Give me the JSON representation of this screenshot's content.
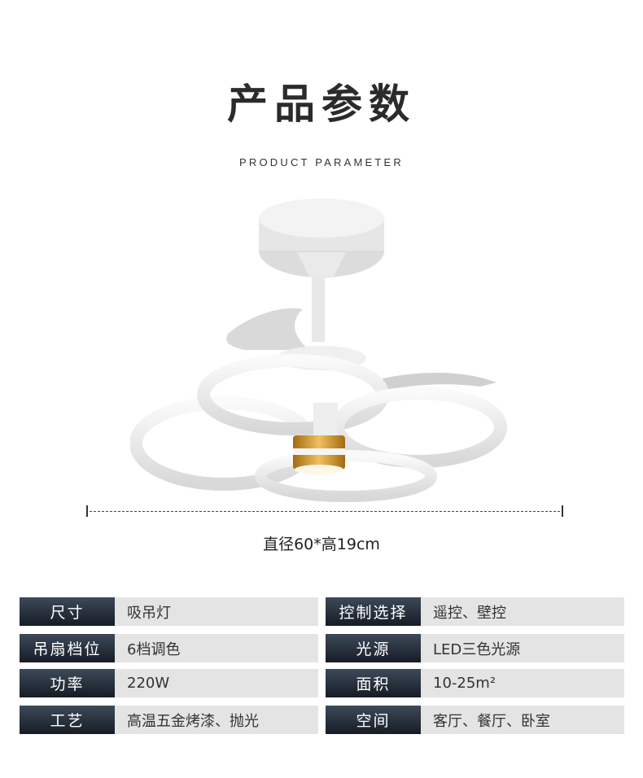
{
  "header": {
    "title": "产品参数",
    "subtitle": "PRODUCT PARAMETER"
  },
  "product_image": {
    "alt": "white ceiling fan light with ring-shaped LED arms and gold center accent",
    "colors": {
      "body": "#f2f2f2",
      "shade": "#d6d6d6",
      "accent": "#c98d2a"
    }
  },
  "dimension": {
    "text": "直径60*高19cm"
  },
  "specs": {
    "left": [
      {
        "label": "尺寸",
        "value": "吸吊灯"
      },
      {
        "label": "吊扇档位",
        "value": "6档调色"
      },
      {
        "label": "功率",
        "value": "220W"
      },
      {
        "label": "工艺",
        "value": "高温五金烤漆、抛光"
      }
    ],
    "right": [
      {
        "label": "控制选择",
        "value": "遥控、壁控"
      },
      {
        "label": "光源",
        "value": "LED三色光源"
      },
      {
        "label": "面积",
        "value": "10-25m²"
      },
      {
        "label": "空间",
        "value": "客厅、餐厅、卧室"
      }
    ]
  },
  "colors": {
    "label_bg_top": "#3d4a5a",
    "label_bg_bottom": "#161c25",
    "value_bg": "#e4e4e4",
    "title": "#2b2b2b"
  }
}
